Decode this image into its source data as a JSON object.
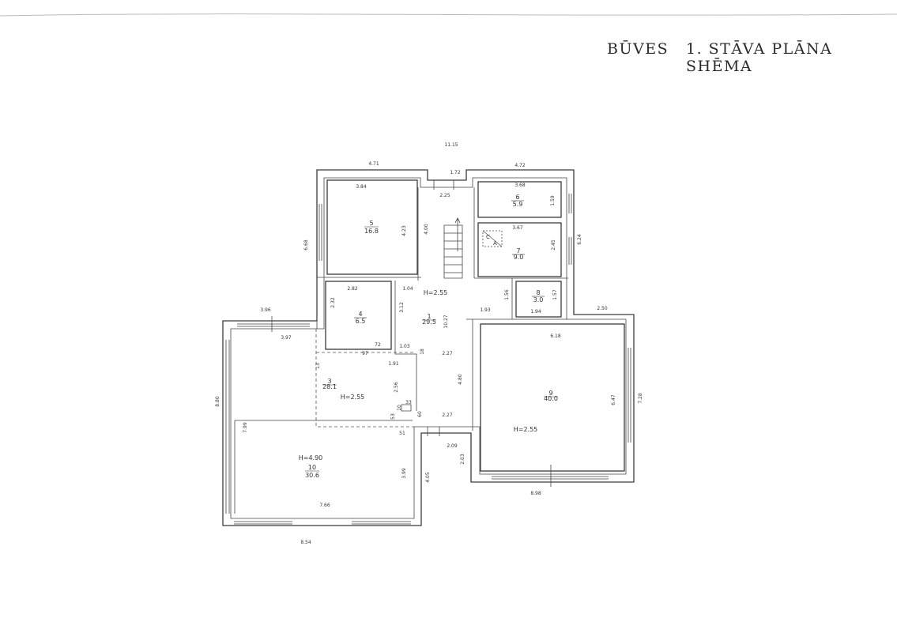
{
  "title": {
    "left": "BŪVES",
    "right": "1. STĀVA PLĀNA SHĒMA"
  },
  "rooms": [
    {
      "id": "1",
      "num": "1",
      "area": "29.5",
      "height": "H=2.55"
    },
    {
      "id": "3",
      "num": "3",
      "area": "28.1",
      "height": "H=2.55"
    },
    {
      "id": "4",
      "num": "4",
      "area": "6.5"
    },
    {
      "id": "5",
      "num": "5",
      "area": "16.8"
    },
    {
      "id": "6",
      "num": "6",
      "area": "5.9"
    },
    {
      "id": "7",
      "num": "7",
      "area": "9.0"
    },
    {
      "id": "8",
      "num": "8",
      "area": "3.0"
    },
    {
      "id": "9",
      "num": "9",
      "area": "40.0",
      "height": "H=2.55"
    },
    {
      "id": "10",
      "num": "10",
      "area": "30.6",
      "height": "H=4.90"
    }
  ],
  "dimensions": {
    "overall_top": "11.15",
    "top_left": "4.71",
    "top_mid": "1.72",
    "top_right": "4.72",
    "r5_width": "3.84",
    "r5_height": "4.23",
    "left_wing": "6.68",
    "stair_width": "2.25",
    "stair_len": "4.00",
    "r6_width": "3.68",
    "r6_height": "1.59",
    "r7_width": "3.67",
    "r7_height": "2.45",
    "right_wing": "6.24",
    "r4_width": "2.82",
    "r4_height": "2.32",
    "hall_a": "1.04",
    "hall_b": "3.12",
    "hall_c": "10.27",
    "hall_d": "1.93",
    "r8_a": "1.56",
    "r8_b": "1.57",
    "r8_c": "1.94",
    "right_ext": "2.50",
    "left_ext_top": "3.96",
    "left_ext_inner": "3.97",
    "d72": "72",
    "d97": "97",
    "d103": "1.03",
    "d18": "18",
    "d227a": "2.27",
    "d13": "13",
    "d191": "1.91",
    "d256": "2.56",
    "d480": "4.80",
    "r9_w": "6.18",
    "r9_h": "6.47",
    "r9_outer": "7.28",
    "left_total": "8.80",
    "d33": "33",
    "d10": "10",
    "d53": "53",
    "d60": "60",
    "d227b": "2.27",
    "d51": "51",
    "r10_side": "7.99",
    "d209": "2.09",
    "d203": "2.03",
    "r10_h": "3.99",
    "d405": "4.05",
    "r9_bottom": "8.98",
    "r10_w": "7.66",
    "bottom_total": "8.54"
  },
  "symbols": {
    "c": "C",
    "a": "A"
  }
}
